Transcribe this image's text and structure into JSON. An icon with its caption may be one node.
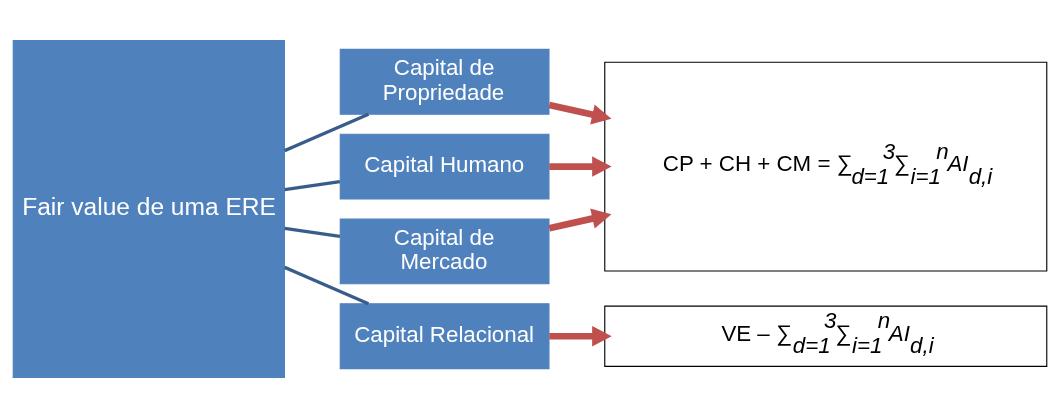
{
  "diagram": {
    "nodes": [
      {
        "text": [
          "Fair value de uma ERE"
        ]
      },
      {
        "text": [
          "Capital de Propriedade"
        ]
      },
      {
        "text": [
          "Capital Humano"
        ]
      },
      {
        "text": [
          "Capital de Mercado"
        ]
      },
      {
        "text": [
          "Capital Relacional"
        ]
      },
      {
        "text": [
          "CP + CH + CM = ∑$_{d=1}$$^{3}$∑$_{i=1}$$^{n}$*AI*$_{d,i}$"
        ]
      },
      {
        "text": [
          "VE – ∑$_{d=1}$$^{3}$∑$_{i=1}$$^{n}$*AI*$_{d,i}$"
        ]
      }
    ],
    "edges": [
      {
        "from": 0,
        "to": 1,
        "arrow": "none"
      },
      {
        "from": 0,
        "to": 2,
        "arrow": "none"
      },
      {
        "from": 0,
        "to": 3,
        "arrow": "none"
      },
      {
        "from": 0,
        "to": 4,
        "arrow": "none"
      },
      {
        "from": 1,
        "to": 5,
        "arrow": "to",
        "style": "thick",
        "color": "#c0504d"
      },
      {
        "from": 2,
        "to": 5,
        "arrow": "to",
        "style": "thick",
        "color": "#c0504d"
      },
      {
        "from": 3,
        "to": 5,
        "arrow": "to",
        "style": "thick",
        "color": "#c0504d"
      },
      {
        "from": 4,
        "to": 6,
        "arrow": "to",
        "style": "thick",
        "color": "#c0504d"
      }
    ]
  }
}
